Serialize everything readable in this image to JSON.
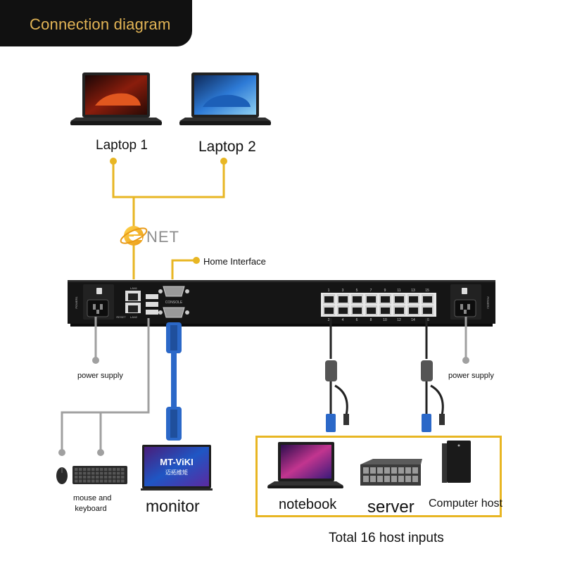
{
  "header": {
    "title": "Connection diagram"
  },
  "laptops": [
    {
      "label": "Laptop 1"
    },
    {
      "label": "Laptop 2"
    }
  ],
  "network": {
    "logo_text": "NET"
  },
  "console": {
    "label": "Home Interface"
  },
  "power": {
    "left_label": "power supply",
    "right_label": "power supply"
  },
  "peripherals": {
    "mouse_keyboard_line1": "mouse and",
    "mouse_keyboard_line2": "keyboard",
    "monitor_label": "monitor",
    "monitor_brand": "MT-ViKI",
    "monitor_brand_sub": "迈拓维矩"
  },
  "hosts": {
    "notebook_label": "notebook",
    "server_label": "server",
    "computer_label": "Computer host",
    "total_label": "Total 16 host inputs"
  },
  "switch": {
    "lan1": "LAN1",
    "lan2": "LAN2",
    "reset": "RESET",
    "console_port": "CONSOLE",
    "power1": "POWER1",
    "power2": "POWER2",
    "port_numbers_top": [
      "1",
      "3",
      "5",
      "7",
      "9",
      "11",
      "13",
      "15"
    ],
    "port_numbers_bottom": [
      "2",
      "4",
      "6",
      "8",
      "10",
      "12",
      "14",
      "16"
    ]
  },
  "colors": {
    "accent_line": "#e8b623",
    "gray_line": "#a0a0a0",
    "switch_body": "#151515",
    "vga_blue": "#2b68c8",
    "title_bg": "#111111",
    "title_text": "#e2b455"
  }
}
